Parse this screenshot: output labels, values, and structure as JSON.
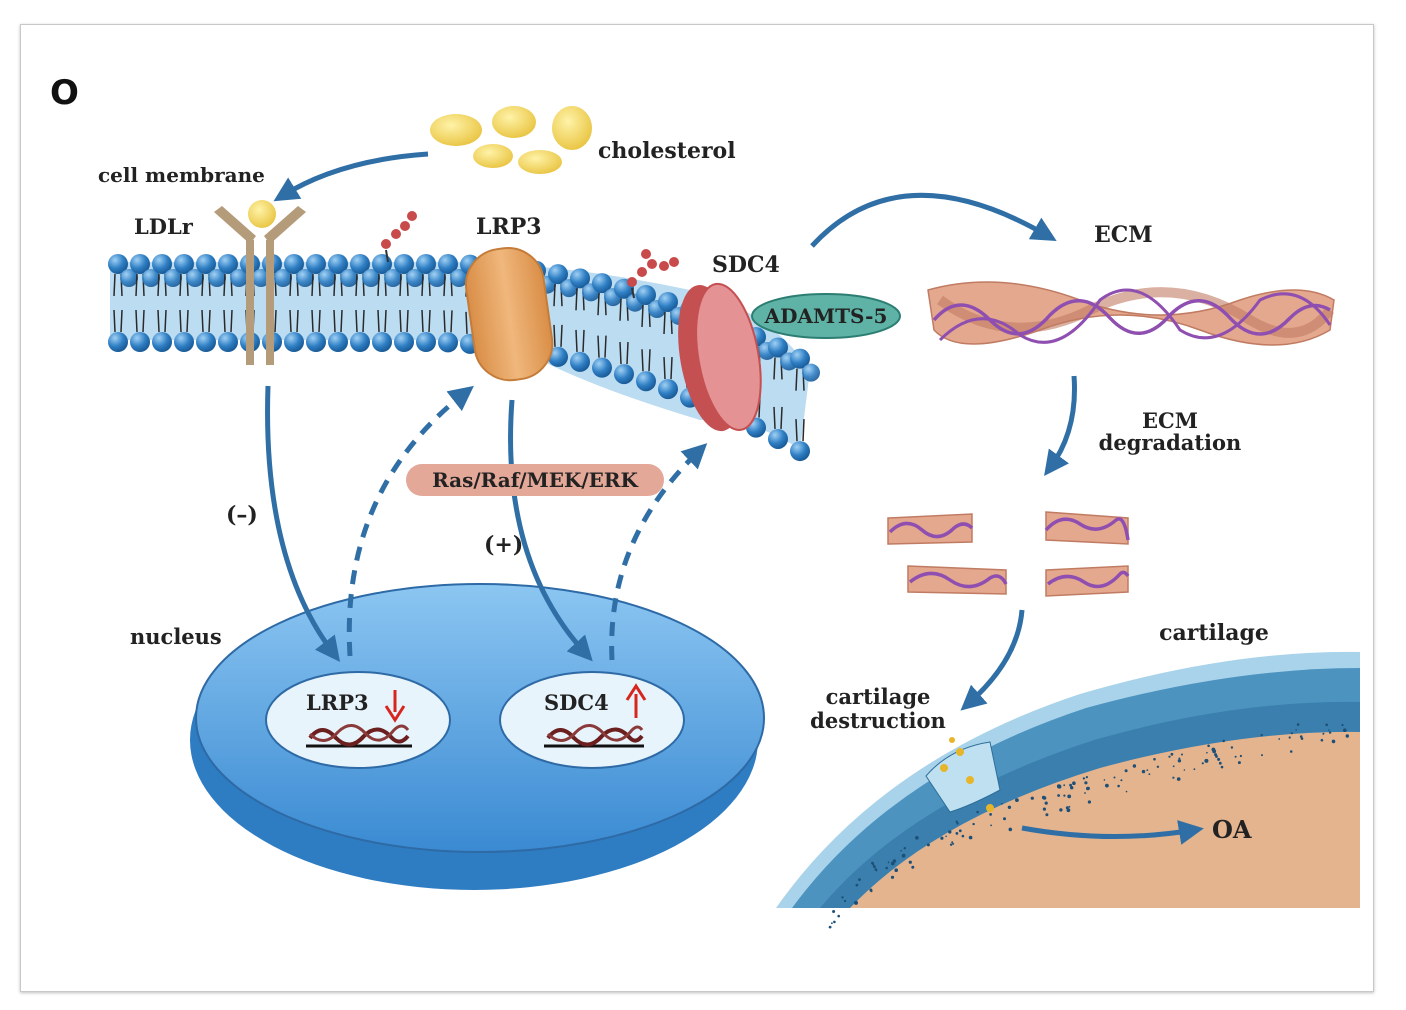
{
  "panel_letter": "O",
  "labels": {
    "cell_membrane": "cell membrane",
    "cholesterol": "cholesterol",
    "ldlr": "LDLr",
    "lrp3": "LRP3",
    "sdc4": "SDC4",
    "adamts5": "ADAMTS-5",
    "ecm": "ECM",
    "ecm_degradation_1": "ECM",
    "ecm_degradation_2": "degradation",
    "pathway": "Ras/Raf/MEK/ERK",
    "minus": "(–)",
    "plus": "(+)",
    "nucleus": "nucleus",
    "gene_lrp3": "LRP3",
    "gene_sdc4": "SDC4",
    "cartilage": "cartilage",
    "cartilage_destruction_1": "cartilage",
    "cartilage_destruction_2": "destruction",
    "oa": "OA"
  },
  "colors": {
    "arrow": "#2f6fa6",
    "lipid_head": "#2f7fc4",
    "membrane_fill": "#bcdcf2",
    "nucleus": "#4f9fe0",
    "nucleus_dark": "#2e7cc2",
    "lrp3": "#e8a666",
    "sdc4": "#d9787a",
    "adamts5": "#5fb3a6",
    "pathway_pill": "#e4a898",
    "ecm_fiber": "#e4a88f",
    "ecm_wave": "#8f4fb0",
    "cartilage_layer": "#3f88b4",
    "bone": "#e4b48e",
    "cholesterol": "#f3d461",
    "down_arrow": "#d7261e",
    "up_arrow": "#d7261e"
  }
}
